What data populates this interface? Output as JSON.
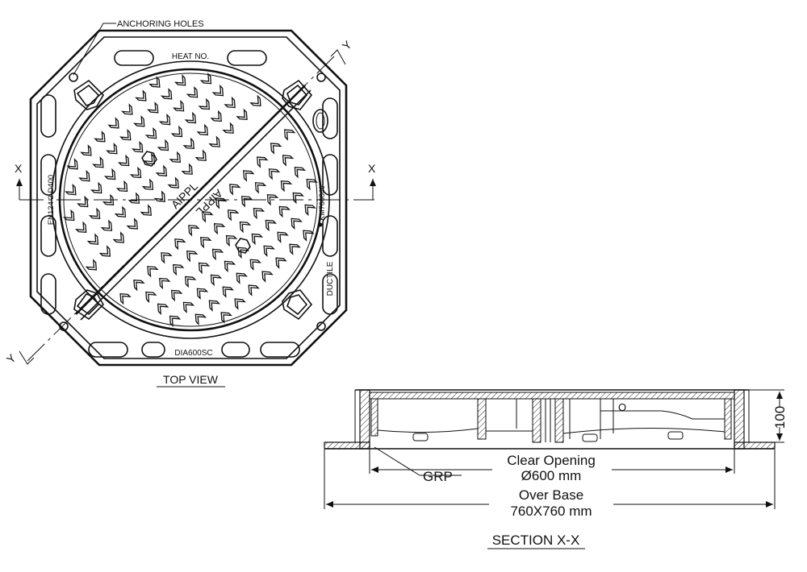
{
  "top_view": {
    "title": "TOP VIEW",
    "callout_anchoring": "ANCHORING HOLES",
    "label_heat": "HEAT NO.",
    "label_model": "DIA600SC",
    "label_standard": "EN124 2 D400",
    "label_kitemark": "KM766840",
    "label_material": "DUCTILE",
    "brand_1": "AIPPL",
    "brand_2": "AIPPL",
    "axis_x": "X",
    "axis_y": "Y"
  },
  "section": {
    "title": "SECTION X-X",
    "label_grp": "GRP",
    "dim_height": "100",
    "clear_opening_1": "Clear Opening",
    "clear_opening_2": "Ø600 mm",
    "over_base_1": "Over Base",
    "over_base_2": "760X760 mm",
    "mark_o": "O"
  },
  "colors": {
    "line": "#111111",
    "background": "#ffffff"
  }
}
